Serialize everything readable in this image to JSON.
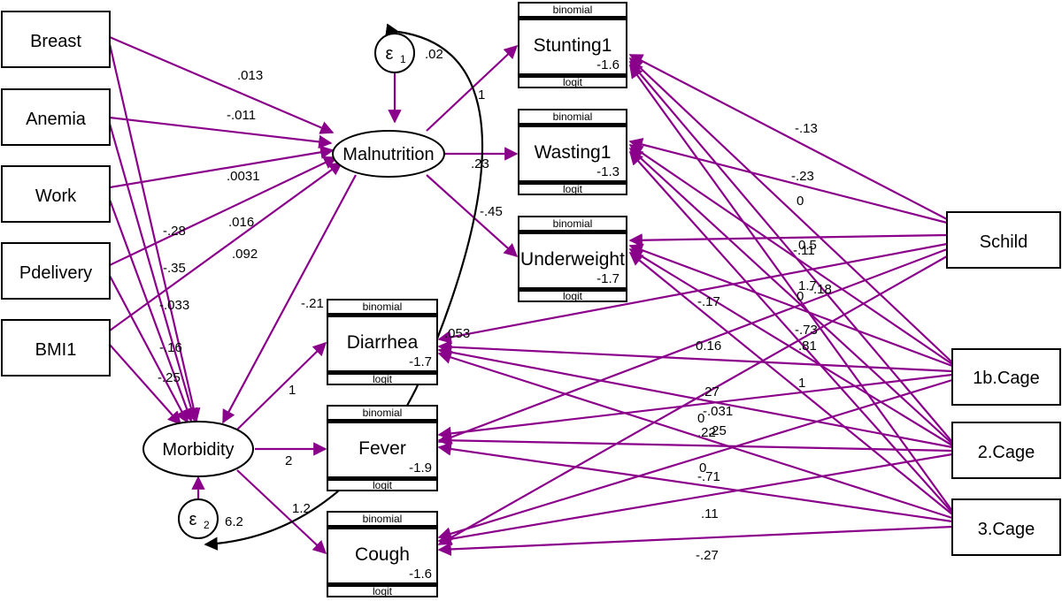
{
  "exogenous": [
    "Breast",
    "Anemia",
    "Work",
    "Pdelivery",
    "BMI1",
    "Schild",
    "1b.Cage",
    "2.Cage",
    "3.Cage"
  ],
  "latent": [
    "Malnutrition",
    "Morbidity"
  ],
  "errors": {
    "e1": {
      "symbol": "ε",
      "sub": "1"
    },
    "e2": {
      "symbol": "ε",
      "sub": "2"
    }
  },
  "outcomes": [
    {
      "name": "Stunting1",
      "family": "binomial",
      "link": "logit",
      "constant": "-1.6"
    },
    {
      "name": "Wasting1",
      "family": "binomial",
      "link": "logit",
      "constant": "-1.3"
    },
    {
      "name": "Underweight",
      "family": "binomial",
      "link": "logit",
      "constant": "-1.7"
    },
    {
      "name": "Diarrhea",
      "family": "binomial",
      "link": "logit",
      "constant": "-1.7"
    },
    {
      "name": "Fever",
      "family": "binomial",
      "link": "logit",
      "constant": "-1.9"
    },
    {
      "name": "Cough",
      "family": "binomial",
      "link": "logit",
      "constant": "-1.6"
    }
  ],
  "coefficients": {
    "breast_mal": ".013",
    "anemia_mal": "-.011",
    "work_mal": ".0031",
    "pdel_mal": ".016",
    "bmi_mal": ".092",
    "breast_mor": "-.28",
    "anemia_mor": "-.35",
    "work_mor": "-.033",
    "pdel_mor": "-.16",
    "bmi_mor": "-.25",
    "mal_mor": "-.21",
    "mal_stunt": "1",
    "mal_wast": ".23",
    "mal_under": "-.45",
    "mor_diar": "1",
    "mor_fever": "2",
    "mor_cough": "1.2",
    "e1_var": ".02",
    "e2_var": "6.2",
    "schild_stunt": "-.13",
    "schild_wast": "-.23",
    "c_zero1": "0",
    "c_a": "0.5",
    "c_b": "-.11",
    "c_c": "1.7",
    "c_d": "-.18",
    "c_e": "0",
    "c_f": "-.17",
    "c_g": "-.73",
    "c_h": ".81",
    "c_i": "0.16",
    "c_j": "1",
    "c_k": ".27",
    "c_l": "-.031",
    "c_m": "0",
    "c_n": ".22",
    "c_o": ".25",
    "c_p": "0",
    "c_q": "-.71",
    "c_r": ".11",
    "c_s": "-.27",
    "schild_diar": ".053"
  },
  "edge_color": "#8b008b"
}
